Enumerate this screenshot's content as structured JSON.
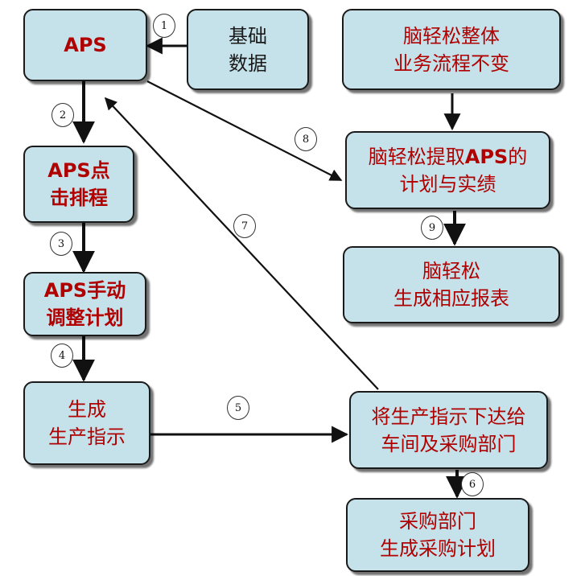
{
  "boxes": {
    "aps": {
      "title": "APS"
    },
    "base_data": {
      "line1": "基础",
      "line2": "数据"
    },
    "aps_schedule": {
      "red": "APS",
      "line1_rest": "点",
      "line2": "击排程"
    },
    "aps_adjust": {
      "red": "APS",
      "line1_rest": "手动",
      "line2": "调整计划"
    },
    "generate_instr": {
      "line1": "生成",
      "line2": "生产指示"
    },
    "nqs_flow": {
      "line1": "脑轻松整体",
      "line2": "业务流程不变"
    },
    "nqs_extract": {
      "line1_pre": "脑轻松提取",
      "line1_red": "APS",
      "line1_post": "的",
      "line2": "计划与实绩"
    },
    "nqs_report": {
      "line1": "脑轻松",
      "line2": "生成相应报表"
    },
    "dispatch": {
      "line1": "将生产指示下达给",
      "line2": "车间及采购部门"
    },
    "purchase": {
      "line1": "采购部门",
      "line2": "生成采购计划"
    }
  },
  "steps": [
    "1",
    "2",
    "3",
    "4",
    "5",
    "6",
    "7",
    "8",
    "9"
  ]
}
